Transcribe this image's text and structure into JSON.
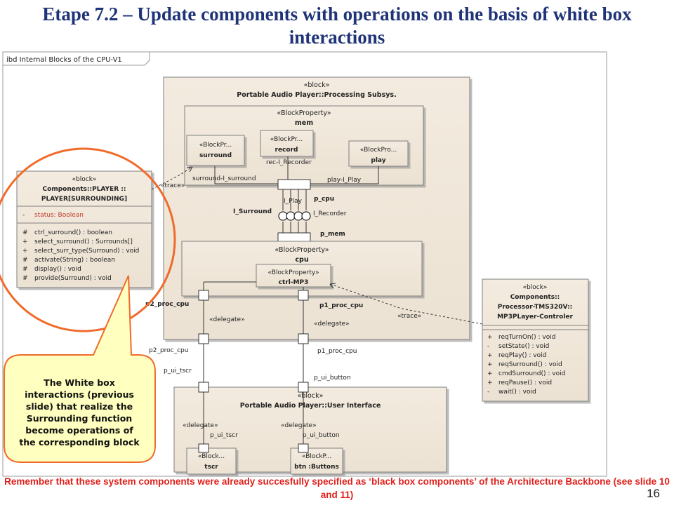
{
  "slide": {
    "title": "Etape 7.2 – Update components with operations on the basis of white box interactions",
    "footer_note": "Remember that  these system components were already succesfully specified as ‘black box components’ of the Architecture Backbone  (see slide 10 and 11)",
    "page_number": "16"
  },
  "frame": {
    "label": "ibd Internal Blocks of the CPU-V1"
  },
  "blocks": {
    "processing": {
      "stereotype": "«block»",
      "name": "Portable Audio Player::Processing Subsys."
    },
    "mem": {
      "stereotype": "«BlockProperty»",
      "name": "mem"
    },
    "surround": {
      "stereotype": "«BlockPr...",
      "name": "surround"
    },
    "record": {
      "stereotype": "«BlockPr...",
      "name": "record"
    },
    "play": {
      "stereotype": "«BlockPro...",
      "name": "play"
    },
    "cpu": {
      "stereotype": "«BlockProperty»",
      "name": "cpu"
    },
    "ctrl": {
      "stereotype": "«BlockProperty»",
      "name": "ctrl-MP3"
    },
    "ui": {
      "stereotype": "«block»",
      "name": "Portable Audio Player::User Interface"
    },
    "tscr": {
      "stereotype": "«Block...",
      "name": "tscr"
    },
    "btn": {
      "stereotype": "«BlockP...",
      "name": "btn :Buttons"
    },
    "player": {
      "stereotype": "«block»",
      "name_line1": "Components::PLAYER ::",
      "name_line2": "PLAYER[SURROUNDING]",
      "attributes": [
        {
          "vis": "-",
          "text": "status:  Boolean"
        }
      ],
      "operations": [
        {
          "vis": "#",
          "text": "ctrl_surround() : boolean"
        },
        {
          "vis": "+",
          "text": "select_surround() : Surrounds[]"
        },
        {
          "vis": "+",
          "text": "select_surr_type(Surround) : void"
        },
        {
          "vis": "#",
          "text": "activate(String) : boolean"
        },
        {
          "vis": "#",
          "text": "display() : void"
        },
        {
          "vis": "#",
          "text": "provide(Surround) : void"
        }
      ]
    },
    "processor": {
      "stereotype": "«block»",
      "name_line1": "Components::",
      "name_line2": "Processor-TMS320V::",
      "name_line3": "MP3PLayer-Controler",
      "operations": [
        {
          "vis": "+",
          "text": "reqTurnOn() : void"
        },
        {
          "vis": "-",
          "text": "setState() : void"
        },
        {
          "vis": "+",
          "text": "reqPlay() : void"
        },
        {
          "vis": "+",
          "text": "reqSurround() : void"
        },
        {
          "vis": "+",
          "text": "cmdSurround() : void"
        },
        {
          "vis": "+",
          "text": "reqPause() : void"
        },
        {
          "vis": "-",
          "text": "wait() : void"
        }
      ]
    }
  },
  "labels": {
    "rec_recorder": "rec-I_Recorder",
    "surround_isurround": "surround-I_surround",
    "play_iplay": "play-I_Play",
    "trace1": "«trace»",
    "trace2": "«trace»",
    "p_cpu": "p_cpu",
    "i_play": "I_Play",
    "i_surround": "I_Surround",
    "i_recorder": "I_Recorder",
    "p_mem": "p_mem",
    "p2_proc_cpu_a": "p2_proc_cpu",
    "p1_proc_cpu_a": "p1_proc_cpu",
    "delegate_left": "«delegate»",
    "delegate_right": "«delegate»",
    "p2_proc_cpu_b": "p2_proc_cpu",
    "p1_proc_cpu_b": "p1_proc_cpu",
    "p_ui_tscr_a": "p_ui_tscr",
    "p_ui_button_a": "p_ui_button",
    "delegate_ui_left": "«delegate»",
    "delegate_ui_right": "«delegate»",
    "p_ui_tscr_b": "p_ui_tscr",
    "p_ui_button_b": "p_ui_button"
  },
  "callout": {
    "lines": [
      "The White box",
      "interactions  (previous",
      "slide) that realize the",
      "Surrounding function",
      "become operations of",
      "the corresponding block"
    ]
  },
  "colors": {
    "title": "#1f3478",
    "block_fill": "#f2e9dc",
    "block_stroke": "#7f7f7f",
    "highlight_circle": "#f06b2a",
    "callout_fill": "#ffffbf",
    "callout_stroke": "#f06b2a",
    "footer_text": "#e0201b"
  }
}
